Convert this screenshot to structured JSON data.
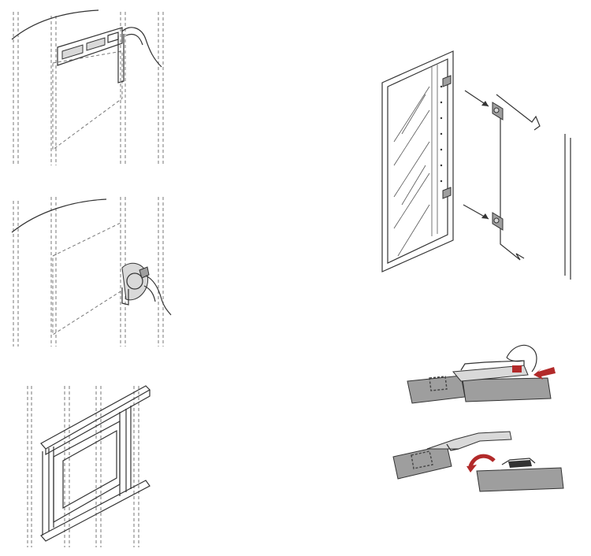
{
  "figure": {
    "panels": [
      {
        "id": "step-1",
        "subject": "template-on-wall"
      },
      {
        "id": "step-2",
        "subject": "cutting-tool-on-wall"
      },
      {
        "id": "step-3",
        "subject": "framed-wall-opening"
      },
      {
        "id": "step-4",
        "subject": "cabinet-hinge-alignment"
      },
      {
        "id": "step-5",
        "subject": "hinge-clip-on"
      },
      {
        "id": "step-6",
        "subject": "hinge-release"
      }
    ],
    "colors": {
      "accent_arrow": "#b22a2a",
      "panel_gray": "#9e9e9e",
      "line": "#333333"
    }
  }
}
